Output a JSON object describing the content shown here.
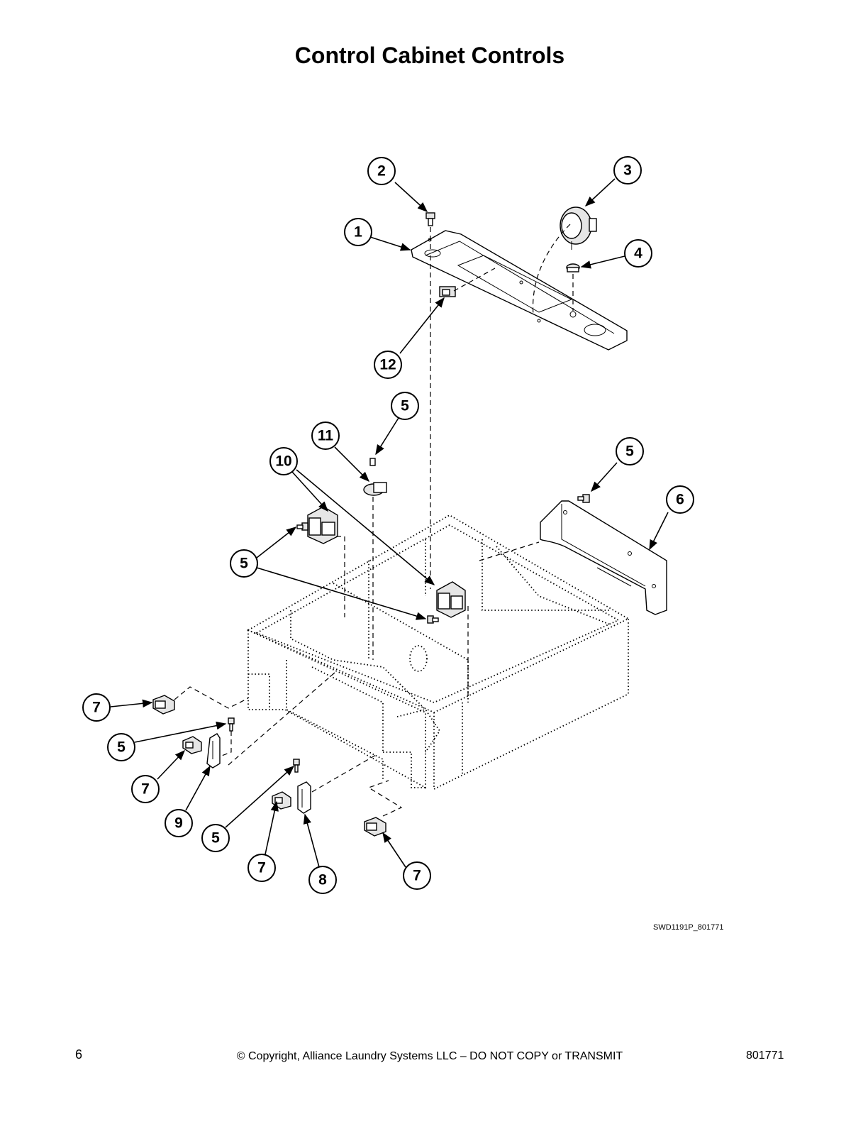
{
  "page": {
    "title": "Control Cabinet Controls",
    "drawing_ref": "SWD1191P_801771",
    "page_number": "6",
    "copyright": "© Copyright, Alliance Laundry Systems LLC – DO NOT COPY or TRANSMIT",
    "doc_number": "801771"
  },
  "callouts": [
    "1",
    "2",
    "3",
    "4",
    "5",
    "6",
    "7",
    "8",
    "9",
    "10",
    "11",
    "12"
  ]
}
